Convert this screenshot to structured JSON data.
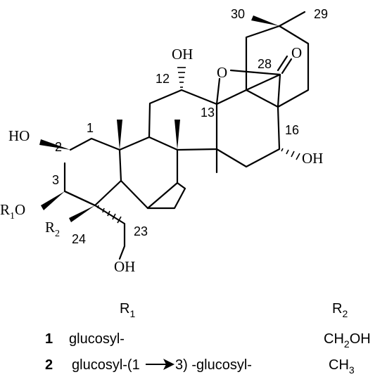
{
  "structure": {
    "atom_labels": {
      "c1": "1",
      "c2": "2",
      "c3": "3",
      "c12": "12",
      "c13": "13",
      "c16": "16",
      "c23": "23",
      "c24": "24",
      "c28": "28",
      "c29": "29",
      "c30": "30"
    },
    "groups": {
      "ho_c2": "HO",
      "r1o_r": "R",
      "r1o_sub": "1",
      "r1o_o": "O",
      "r2_r": "R",
      "r2_sub": "2",
      "oh_c12": "OH",
      "o_bridge": "O",
      "o_carbonyl": "O",
      "oh_c16": "OH",
      "oh_c23": "OH"
    }
  },
  "table": {
    "header_r1_r": "R",
    "header_r1_sub": "1",
    "header_r2_r": "R",
    "header_r2_sub": "2",
    "rows": [
      {
        "id": "1",
        "r1": "glucosyl-",
        "r2_a": "CH",
        "r2_sub": "2",
        "r2_b": "OH"
      },
      {
        "id": "2",
        "r1_a": "glucosyl-(1",
        "r1_b": "3) -glucosyl-",
        "r2_a": "CH",
        "r2_sub": "3",
        "r2_b": ""
      }
    ]
  }
}
